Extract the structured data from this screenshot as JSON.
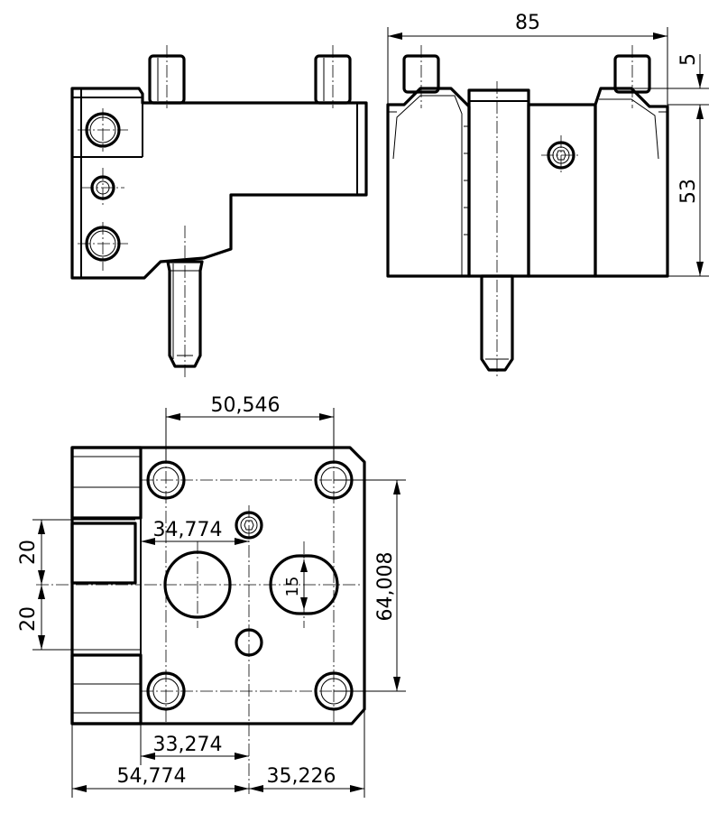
{
  "dimensions": {
    "overall_width_top": "85",
    "pin_height": "5",
    "body_height": "53",
    "pin_spacing": "50,546",
    "hole_offset": "34,774",
    "upper_offset": "20",
    "lower_offset": "20",
    "slot_width": "15",
    "vertical_pin_spacing": "64,008",
    "bottom_offset": "33,274",
    "left_width": "54,774",
    "right_width": "35,226"
  }
}
